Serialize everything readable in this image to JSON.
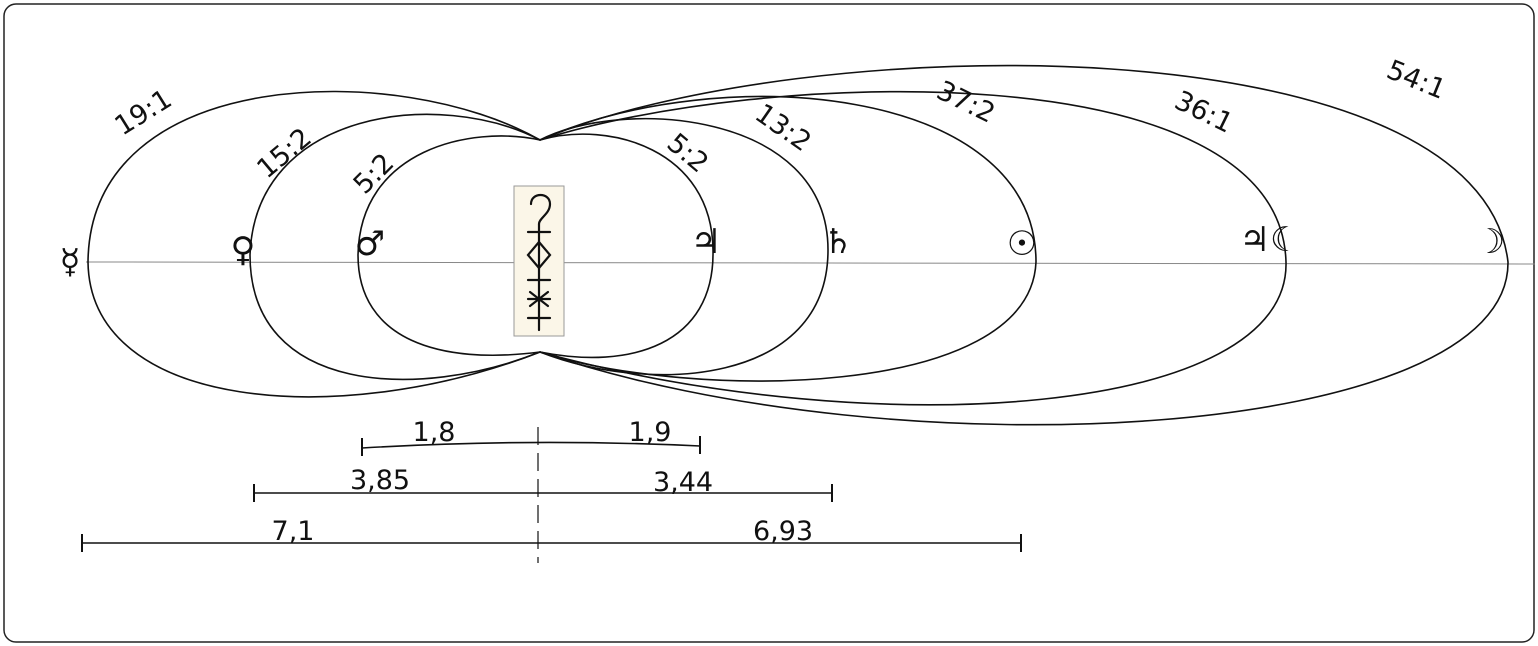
{
  "ratios": {
    "mercury_left": "19:1",
    "venus_left": "15:2",
    "mars_left": "5:2",
    "jupiter_right": "5:2",
    "saturn_right": "13:2",
    "sun_right": "37:2",
    "jupiter_moon_right": "36:1",
    "moon_right": "54:1"
  },
  "planets": {
    "mercury": "☿",
    "venus": "♀",
    "mars": "♂",
    "jupiter": "♃",
    "saturn": "♄",
    "sun": "☉",
    "jupiter_moon": "♃☾",
    "moon": "☽"
  },
  "distances": {
    "row1_left": "1,8",
    "row1_right": "1,9",
    "row2_left": "3,85",
    "row2_right": "3,44",
    "row3_left": "7,1",
    "row3_right": "6,93"
  },
  "colors": {
    "stroke": "#111111",
    "axis": "#888888",
    "emblem_fill": "#fbf6e8",
    "emblem_border": "#999999",
    "frame": "#222222"
  }
}
